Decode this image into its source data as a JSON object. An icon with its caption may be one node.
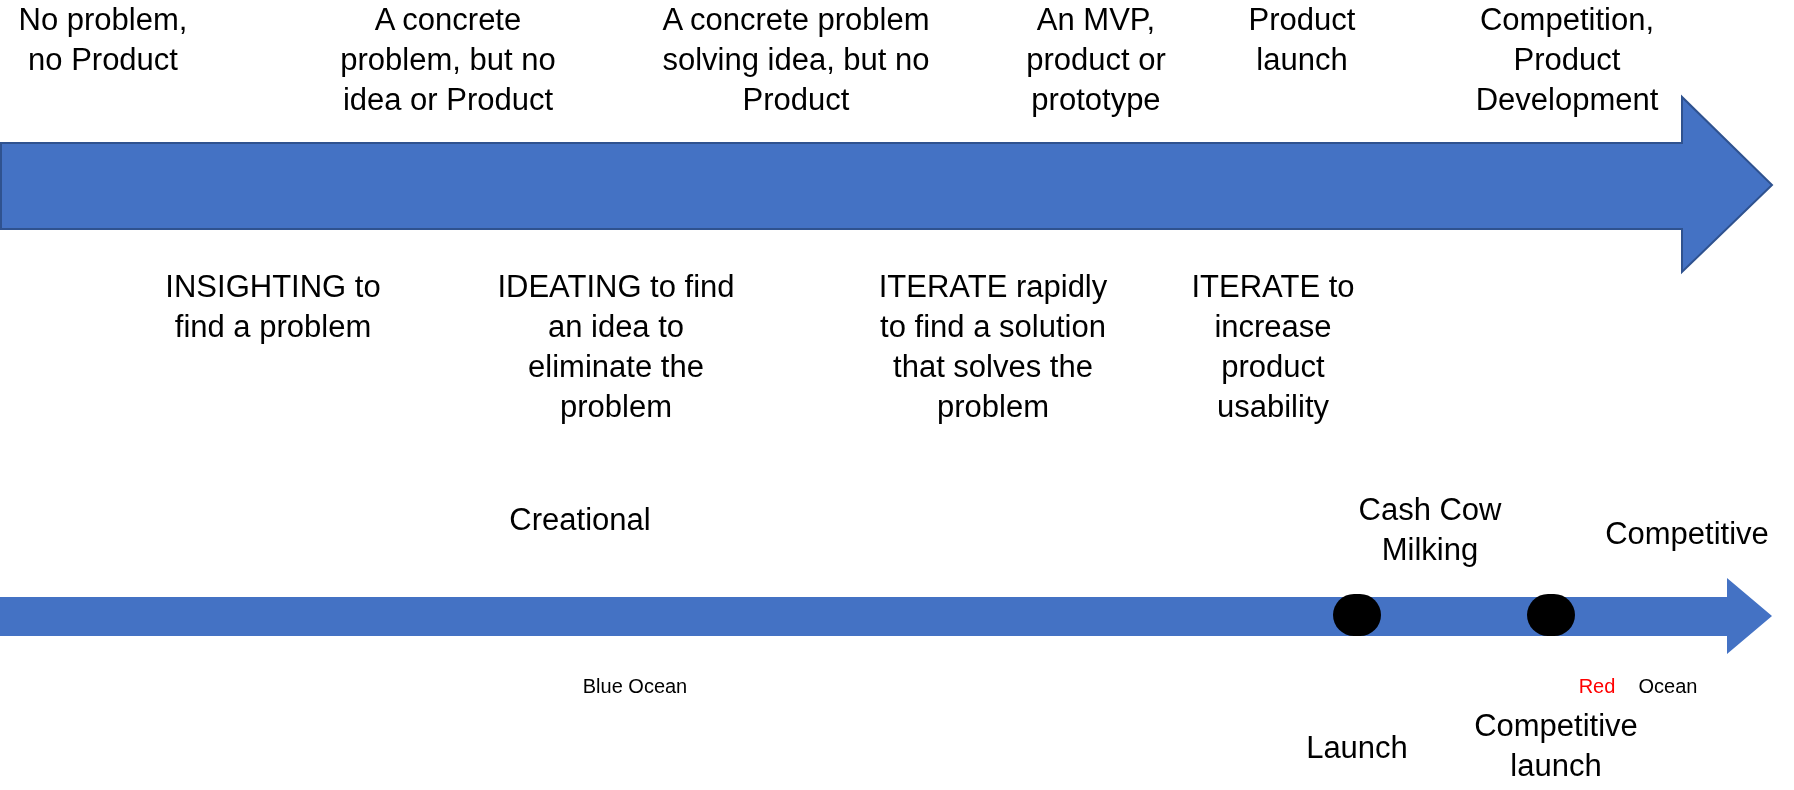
{
  "diagram": {
    "nodes": [
      {
        "text": [],
        "shape": "circle",
        "beside": [
          "Launch"
        ]
      },
      {
        "text": [],
        "shape": "circle",
        "beside": [
          "Competitive launch"
        ]
      }
    ],
    "labels": [
      "No problem, no Product",
      "A concrete problem, but no idea or Product",
      "A concrete problem solving idea, but no Product",
      "An MVP, product or prototype",
      "Product launch",
      "Competition, Product Development",
      "INSIGHTING to find a problem",
      "IDEATING to find an idea to eliminate the problem",
      "ITERATE rapidly to find a solution that solves the problem",
      "ITERATE to increase product usability",
      "Creational",
      "Cash Cow Milking",
      "Competitive",
      "Blue Ocean",
      "Red",
      "Ocean"
    ]
  }
}
